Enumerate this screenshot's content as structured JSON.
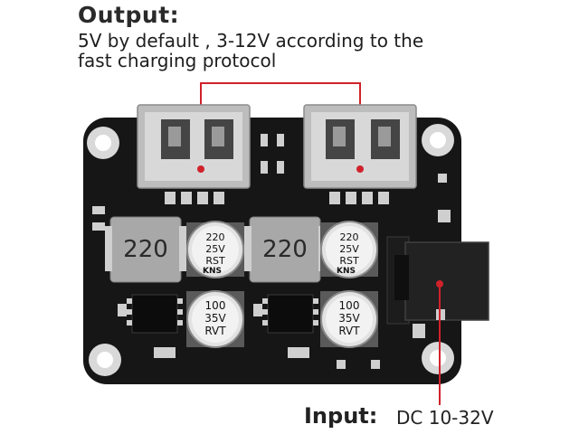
{
  "output": {
    "heading": "Output:",
    "line1": "5V by default , 3-12V according to the",
    "line2": "fast charging protocol"
  },
  "input": {
    "heading": "Input:",
    "value": "DC 10-32V"
  },
  "components": {
    "inductor_label": "220",
    "cap_top_line1": "220",
    "cap_top_line2": "25V",
    "cap_top_line3": "RST",
    "cap_top_brand": "KNS",
    "cap_bottom_line1": "100",
    "cap_bottom_line2": "35V",
    "cap_bottom_line3": "RVT"
  },
  "colors": {
    "callout": "#d0222b",
    "pcb": "#161616",
    "text": "#222222"
  }
}
